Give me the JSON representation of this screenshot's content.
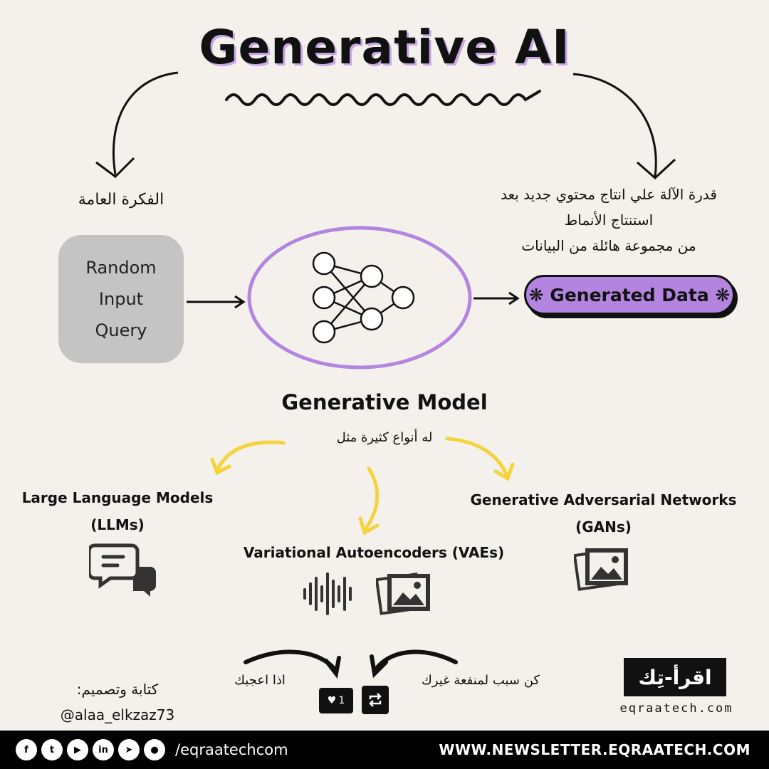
{
  "title": "Generative AI",
  "general_idea": "الفكرة العامة",
  "definition": {
    "line1": "قدرة الآلة علي انتاج محتوي جديد بعد",
    "line2": "استنتاج الأنماط",
    "line3": "من مجموعة هائلة من البيانات"
  },
  "input_box": {
    "line1": "Random",
    "line2": "Input",
    "line3": "Query"
  },
  "generated_data": "❋ Generated Data ❋",
  "model_label": "Generative Model",
  "many_types": "له أنواع كثيرة مثل",
  "types": {
    "llm": {
      "name": "Large Language Models",
      "abbr": "(LLMs)"
    },
    "vae": {
      "name": "Variational Autoencoders (VAEs)"
    },
    "gan": {
      "name": "Generative Adversarial Networks",
      "abbr": "(GANs)"
    }
  },
  "credit": {
    "label": "كتابة وتصميم:",
    "handle": "@alaa_elkzaz73"
  },
  "if_you_like": "اذا اعجبك",
  "be_reason": "كن سبب لمنفعة غيرك",
  "like_count": "1",
  "logo_text": "اقرأ-تِك",
  "site": "eqraatech.com",
  "footer": {
    "social_icons": [
      "facebook-icon",
      "twitter-icon",
      "youtube-icon",
      "linkedin-icon",
      "telegram-icon",
      "github-icon"
    ],
    "handle": "/eqraatechcom",
    "newsletter": "WWW.NEWSLETTER.EQRAATECH.COM"
  },
  "colors": {
    "accent_purple": "#b385e0",
    "arrow_yellow": "#f5d33c",
    "background": "#f4f1ec"
  }
}
